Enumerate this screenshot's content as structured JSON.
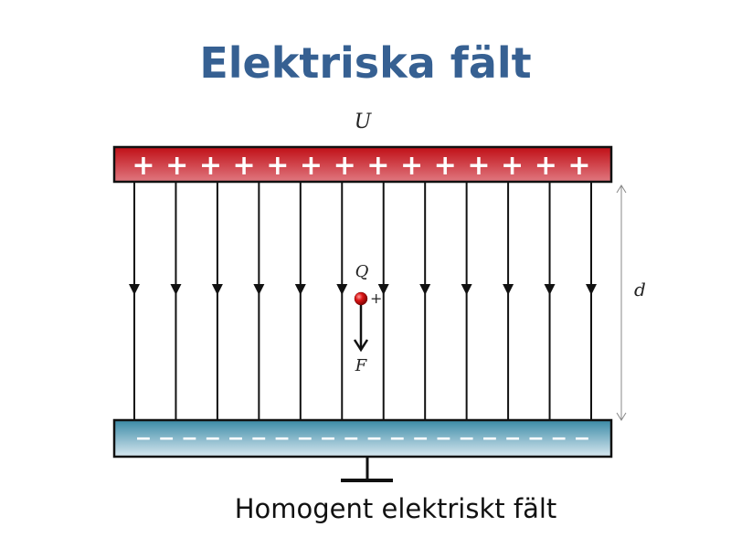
{
  "title": "Elektriska fält",
  "caption": "Homogent elektriskt fält",
  "labels": {
    "voltage": "U",
    "distance": "d",
    "charge": "Q",
    "charge_sign": "+",
    "force": "F"
  },
  "top_plate": {
    "charge_symbol": "+",
    "symbol_count": 14,
    "color_top": "#c00f16",
    "color_bottom": "#e07880"
  },
  "bottom_plate": {
    "charge_symbol": "−",
    "symbol_count": 20,
    "color_top": "#3a8aa6",
    "color_bottom": "#d8e8f0"
  },
  "field_lines": {
    "count": 12,
    "direction": "down"
  },
  "colors": {
    "title": "#366092",
    "line": "#111111",
    "charge": "#cc1111"
  }
}
